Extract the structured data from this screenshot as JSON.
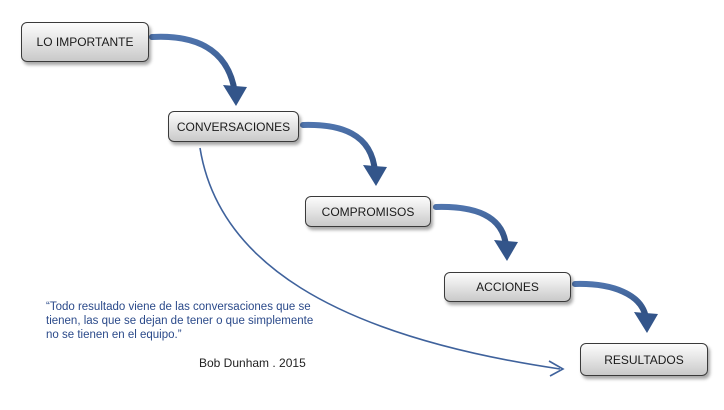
{
  "diagram": {
    "steps": [
      {
        "label": "LO IMPORTANTE"
      },
      {
        "label": "CONVERSACIONES"
      },
      {
        "label": "COMPROMISOS"
      },
      {
        "label": "ACCIONES"
      },
      {
        "label": "RESULTADOS"
      }
    ],
    "quote": {
      "text": "“Todo resultado viene de las conversaciones que se tienen, las que se dejan de tener o que simplemente no se tienen en el equipo.”",
      "author": "Bob Dunham . 2015"
    },
    "colors": {
      "arrow": "#3b5e96",
      "thin_arrow": "#3f629c",
      "quote_text": "#2b4a8a",
      "box_border": "#3a3a3a"
    }
  }
}
